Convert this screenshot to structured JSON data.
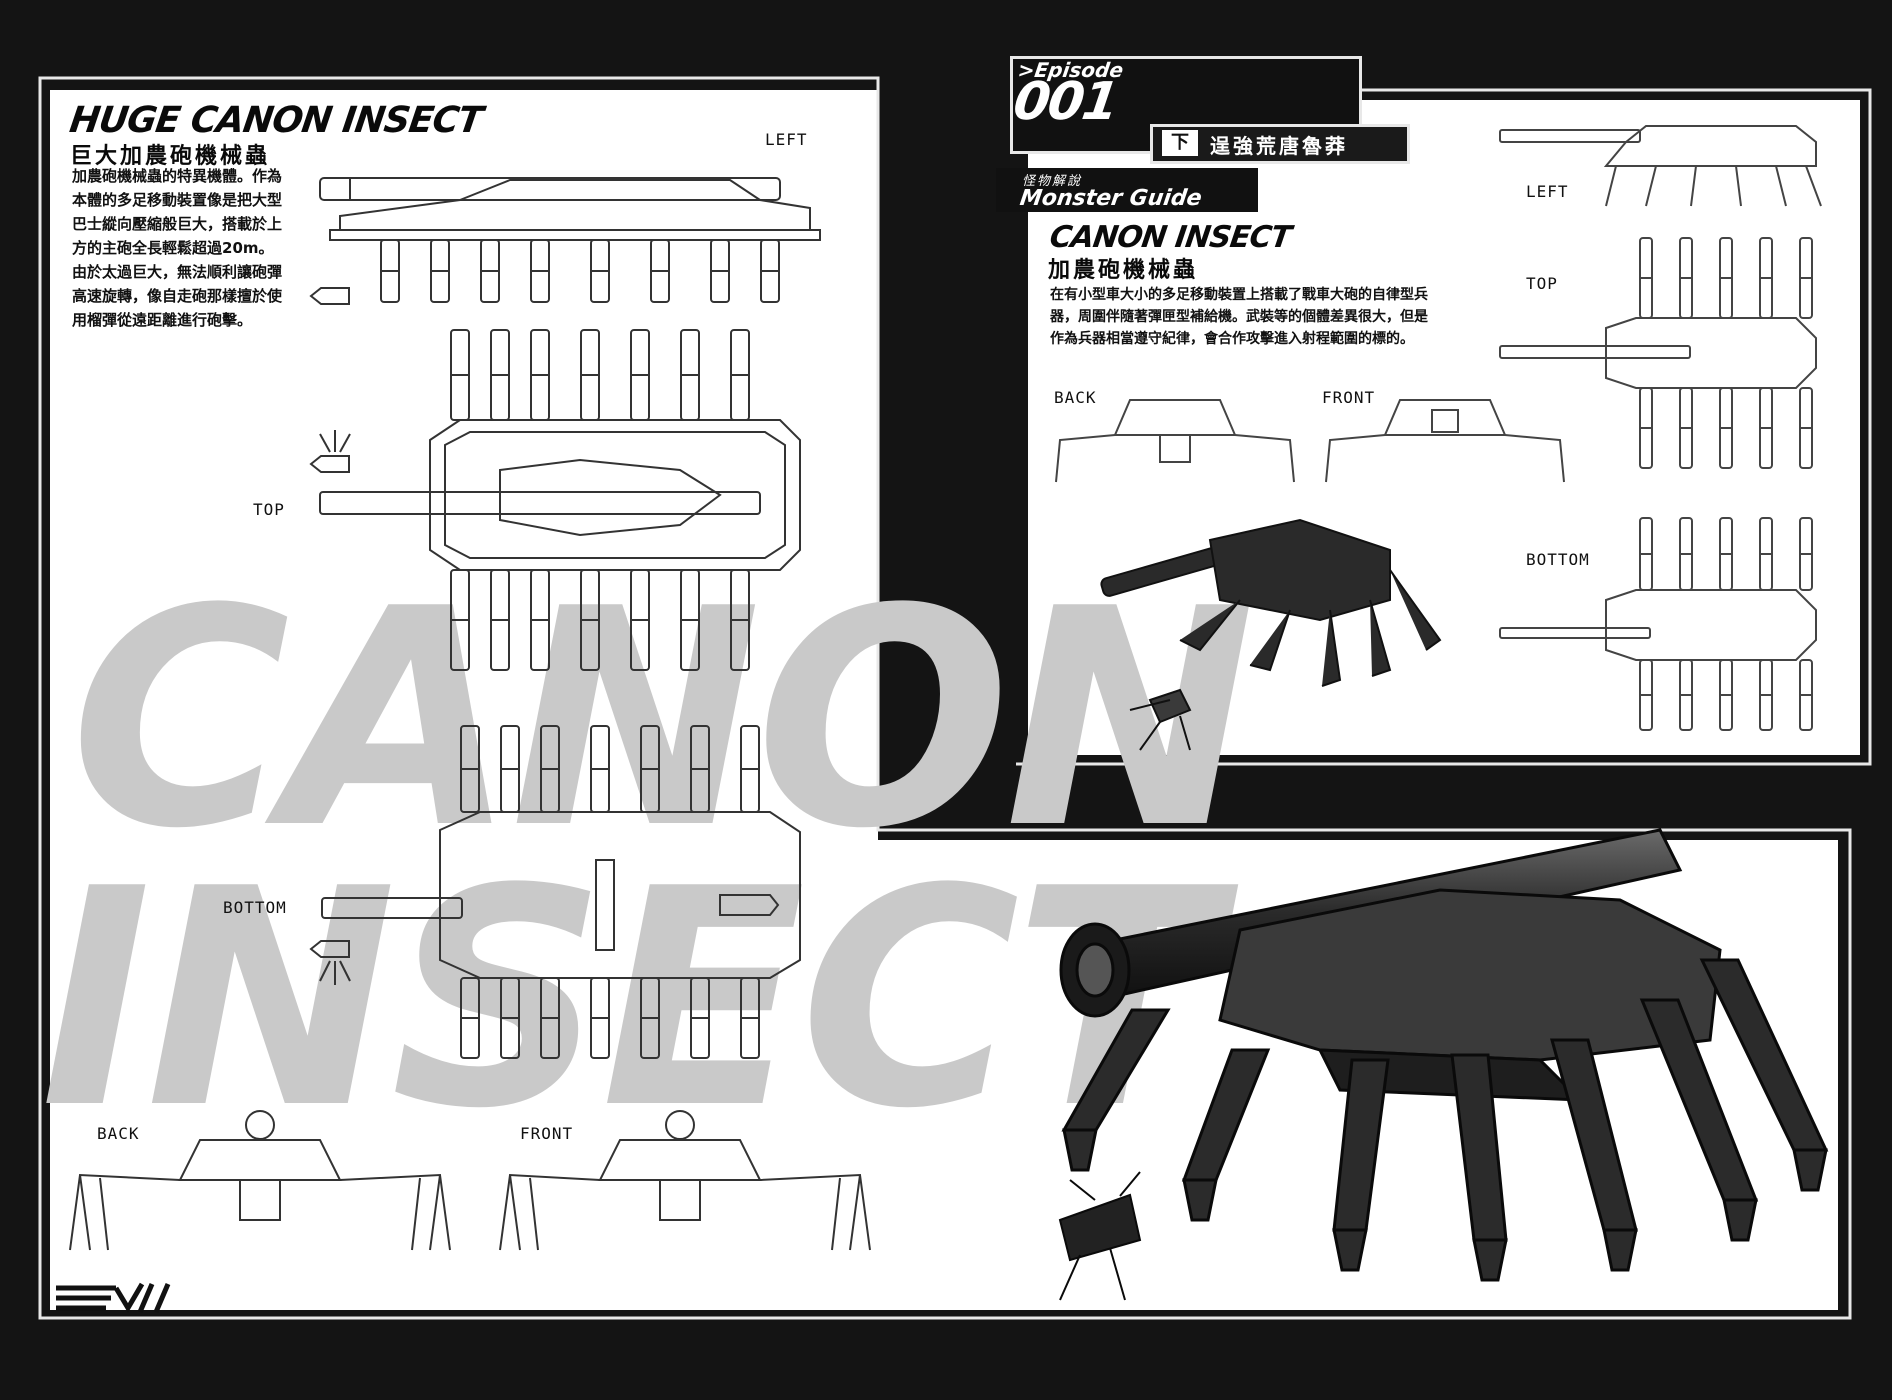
{
  "left_page": {
    "title": "HUGE CANON INSECT",
    "subtitle": "巨大加農砲機械蟲",
    "description": "加農砲機械蟲的特異機體。作為本體的多足移動裝置像是把大型巴士縱向壓縮般巨大，搭載於上方的主砲全長輕鬆超過20m。由於太過巨大，無法順利讓砲彈高速旋轉，像自走砲那樣擅於使用榴彈從遠距離進行砲擊。",
    "views": {
      "left": "LEFT",
      "top": "TOP",
      "bottom": "BOTTOM",
      "back": "BACK",
      "front": "FRONT"
    }
  },
  "episode": {
    "label": ">Episode",
    "number": "001",
    "part": "下",
    "chapter_title": "逞強荒唐魯莽"
  },
  "monster_guide": {
    "label_cjk": "怪物解說",
    "label": "Monster Guide",
    "title": "CANON INSECT",
    "subtitle": "加農砲機械蟲",
    "description": "在有小型車大小的多足移動裝置上搭載了戰車大砲的自律型兵器，周圍伴隨著彈匣型補給機。武裝等的個體差異很大，但是作為兵器相當遵守紀律，會合作攻擊進入射程範圍的標的。",
    "views": {
      "left": "LEFT",
      "top": "TOP",
      "bottom": "BOTTOM",
      "back": "BACK",
      "front": "FRONT"
    }
  },
  "watermark": {
    "line1": "CANON",
    "line2": "INSECT"
  },
  "colors": {
    "background": "#141414",
    "panel": "#ffffff",
    "watermark": "#c9c9c9",
    "ink": "#0a0a0a"
  }
}
